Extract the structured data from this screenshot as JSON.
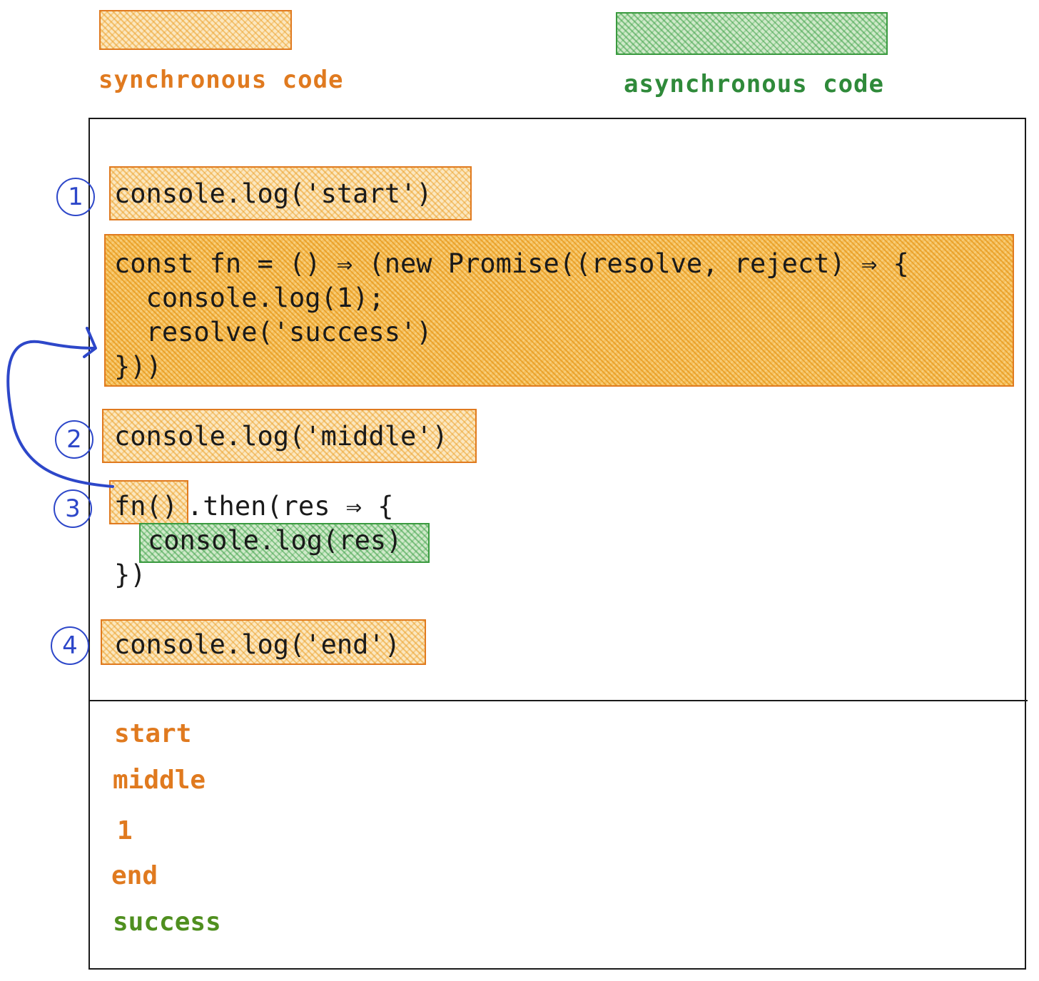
{
  "legend": {
    "sync_label": "synchronous code",
    "async_label": "asynchronous code"
  },
  "code": {
    "line_start": "console.log('start')",
    "fn_line1": "const fn = () ⇒ (new Promise((resolve, reject) ⇒ {",
    "fn_line2": "  console.log(1);",
    "fn_line3": "  resolve('success')",
    "fn_line4": "}))",
    "line_middle": "console.log('middle')",
    "call_fn": "fn()",
    "call_then": ".then(res ⇒ {",
    "then_body": "console.log(res)",
    "then_close": "})",
    "line_end": "console.log('end')"
  },
  "steps": [
    "1",
    "2",
    "3",
    "4"
  ],
  "output": {
    "lines": [
      {
        "text": "start",
        "kind": "sync"
      },
      {
        "text": "middle",
        "kind": "sync"
      },
      {
        "text": "1",
        "kind": "sync"
      },
      {
        "text": "end",
        "kind": "sync"
      },
      {
        "text": "success",
        "kind": "async"
      }
    ]
  },
  "colors": {
    "sync": "#e07a1f",
    "async": "#2f8a3a",
    "step": "#2d47c9"
  }
}
